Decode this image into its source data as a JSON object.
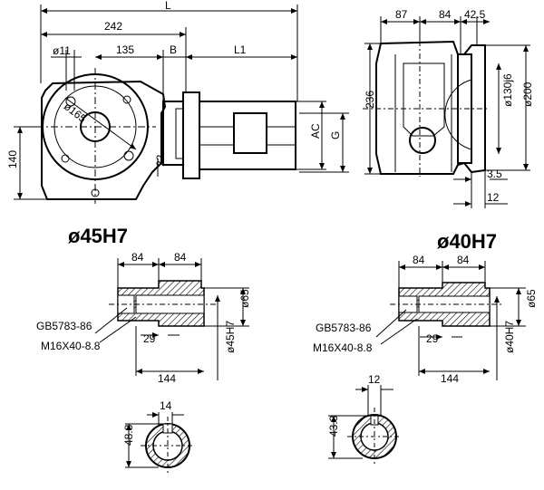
{
  "main_view": {
    "dim_L": "L",
    "dim_242": "242",
    "dim_135": "135",
    "dim_B": "B",
    "dim_L1": "L1",
    "dim_d11": "ø11",
    "dim_d165": "ø165",
    "dim_22": "22",
    "dim_140": "140",
    "dim_AC": "AC",
    "dim_G": "G"
  },
  "side_view": {
    "dim_87": "87",
    "dim_84": "84",
    "dim_42_5": "42.5",
    "dim_236": "236",
    "dim_d130": "ø130j6",
    "dim_d200": "ø200",
    "dim_3_5": "3.5",
    "dim_12": "12"
  },
  "shaft_left": {
    "title": "ø45H7",
    "dim_84a": "84",
    "dim_84b": "84",
    "dim_d65": "ø65",
    "standard": "GB5783-86",
    "bolt": "M16X40-8.8",
    "dim_29": "29",
    "dim_144": "144",
    "dim_bore": "ø45H7",
    "key_width": "14",
    "key_depth": "48.8"
  },
  "shaft_right": {
    "title": "ø40H7",
    "dim_84a": "84",
    "dim_84b": "84",
    "dim_d65": "ø65",
    "standard": "GB5783-86",
    "bolt": "M16X40-8.8",
    "dim_29": "29",
    "dim_144": "144",
    "dim_bore": "ø40H7",
    "key_width": "12",
    "key_depth": "43.3"
  }
}
